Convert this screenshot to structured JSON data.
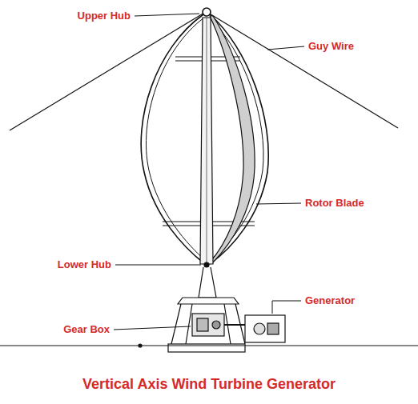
{
  "diagram": {
    "caption": "Vertical Axis Wind Turbine Generator",
    "labels": [
      "Upper Hub",
      "Guy Wire",
      "Rotor Blade",
      "Lower Hub",
      "Generator",
      "Gear Box"
    ]
  }
}
